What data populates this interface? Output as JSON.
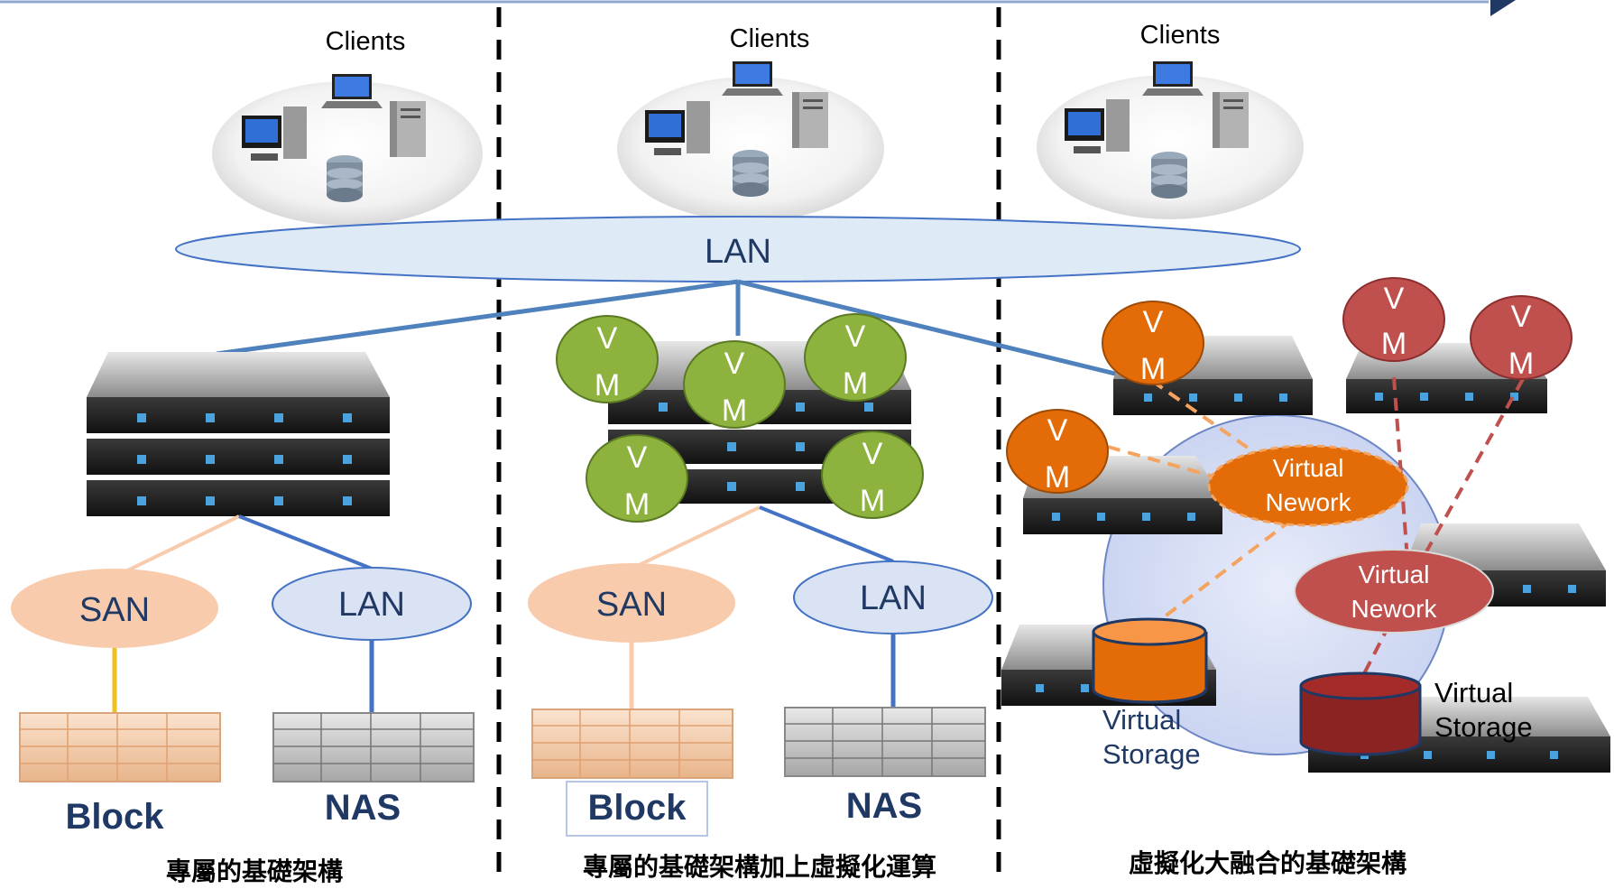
{
  "clients": [
    "Clients",
    "Clients",
    "Clients"
  ],
  "lan_main": "LAN",
  "col1": {
    "san": "SAN",
    "lan": "LAN",
    "block": "Block",
    "nas": "NAS",
    "caption": "專屬的基礎架構"
  },
  "col2": {
    "san": "SAN",
    "lan": "LAN",
    "block": "Block",
    "nas": "NAS",
    "caption": "專屬的基礎架構加上虛擬化運算"
  },
  "col3": {
    "caption": "虛擬化大融合的基礎架構",
    "vnet_orange": [
      "Virtual",
      "Nework"
    ],
    "vnet_red": [
      "Virtual",
      "Nework"
    ],
    "vstorage_orange": [
      "Virtual",
      "Storage"
    ],
    "vstorage_red": [
      "Virtual",
      "Storage"
    ]
  },
  "vm": [
    "V",
    "M"
  ],
  "colors": {
    "navy": "#1F3864",
    "san_fill": "#F8CBAD",
    "lan_fill": "#DAE3F3",
    "lan_main_fill": "#DEEBF7",
    "vm_green": "#8DB33E",
    "vm_orange": "#E36C09",
    "vm_red": "#C0504D",
    "line_blue": "#4472C4",
    "bubble": "#B4C7E7"
  }
}
